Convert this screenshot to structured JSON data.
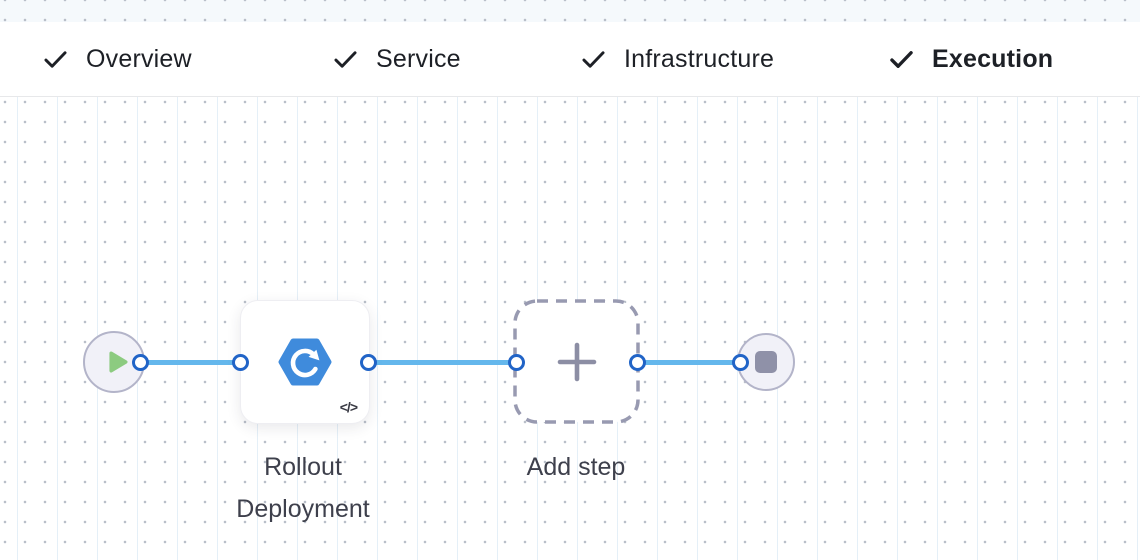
{
  "header": {
    "tabs": [
      {
        "label": "Overview",
        "completed": true,
        "active": false
      },
      {
        "label": "Service",
        "completed": true,
        "active": false
      },
      {
        "label": "Infrastructure",
        "completed": true,
        "active": false
      },
      {
        "label": "Execution",
        "completed": true,
        "active": true
      }
    ]
  },
  "canvas": {
    "nodes": {
      "start": {
        "type": "start",
        "icon": "play-icon"
      },
      "step": {
        "label": "Rollout Deployment",
        "icon": "rollout-deployment-icon",
        "badge": "</>"
      },
      "add_step": {
        "label": "Add step",
        "icon": "plus-icon"
      },
      "end": {
        "type": "stop",
        "icon": "stop-icon"
      }
    }
  },
  "colors": {
    "active_tab_underline": "#3470cd",
    "connector_line": "#64b7ec",
    "connector_port_border": "#2164c7",
    "step_icon_blue": "#3f8bdc",
    "play_green": "#8ccb80",
    "stop_gray": "#8f91a8",
    "node_fill": "#f1f1f8",
    "node_border": "#b3b4c9",
    "dashed_border": "#989ab1",
    "grid_dot": "#b9bfc9",
    "tab_text": "#1d2026",
    "label_text": "#3e404c"
  }
}
